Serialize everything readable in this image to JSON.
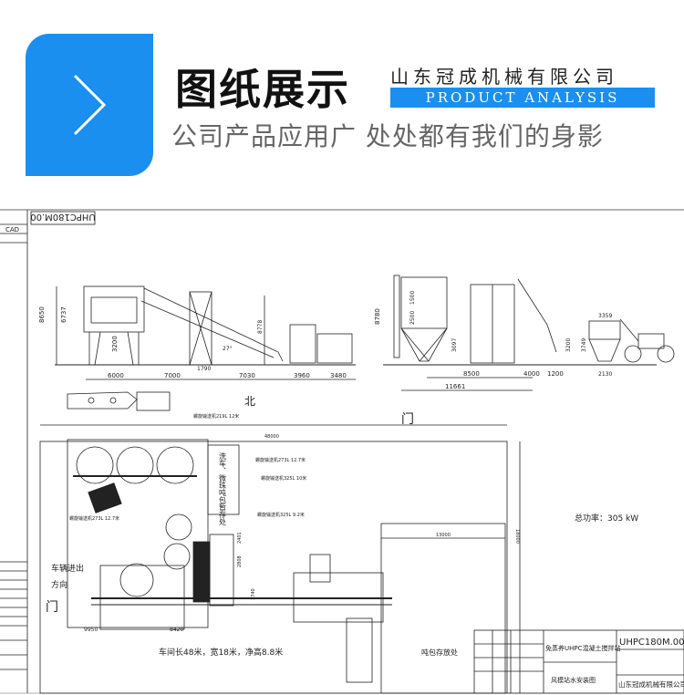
{
  "header": {
    "title": "图纸展示",
    "company": "山东冠成机械有限公司",
    "banner": "PRODUCT ANALYSIS",
    "subtitle": "公司产品应用广 处处都有我们的身影",
    "accent_color": "#1a8ff0",
    "icon": "chevron-right-icon"
  },
  "drawing": {
    "model_code_rotated": "UHPC180M.00",
    "cad_label": "CAD",
    "elevation_dims": {
      "left": [
        "8650",
        "6737",
        "3200",
        "6000",
        "7000",
        "1790",
        "7030",
        "3960",
        "3480",
        "8778",
        "27°"
      ],
      "right": [
        "8780",
        "1500",
        "2500",
        "3097",
        "8500",
        "11661",
        "4000",
        "1200",
        "3200",
        "3359",
        "3749",
        "2130"
      ]
    },
    "north": "北",
    "door_top": "门",
    "door_left": "门",
    "overall_width": "48000",
    "overall_depth": "18000",
    "bag_area_width": "13000",
    "total_power": "总功率：305 kW",
    "vehicle_exit_1": "车辆进出",
    "vehicle_exit_2": "方向",
    "bag_storage": "吨包存放处",
    "side_note": "洗车、微珠吨包暂存处",
    "conveyor_labels": [
      "螺旋输送机219L 12米",
      "螺旋输送机273L 12.7米",
      "螺旋输送机325L 10米",
      "螺旋输送机273L 12.7米",
      "螺旋输送机325L 9.2米"
    ],
    "bottom_dims": [
      "9950",
      "8420",
      "3740",
      "2401",
      "2808"
    ],
    "workshop_note": "车间长48米，宽18米，净高8.8米",
    "title_block": {
      "project": "免蒸养UHPC混凝土搅拌站",
      "drawing_name": "风模站水安装图",
      "code": "UHPC180M.00",
      "company": "山东冠成机械有限公司"
    }
  }
}
